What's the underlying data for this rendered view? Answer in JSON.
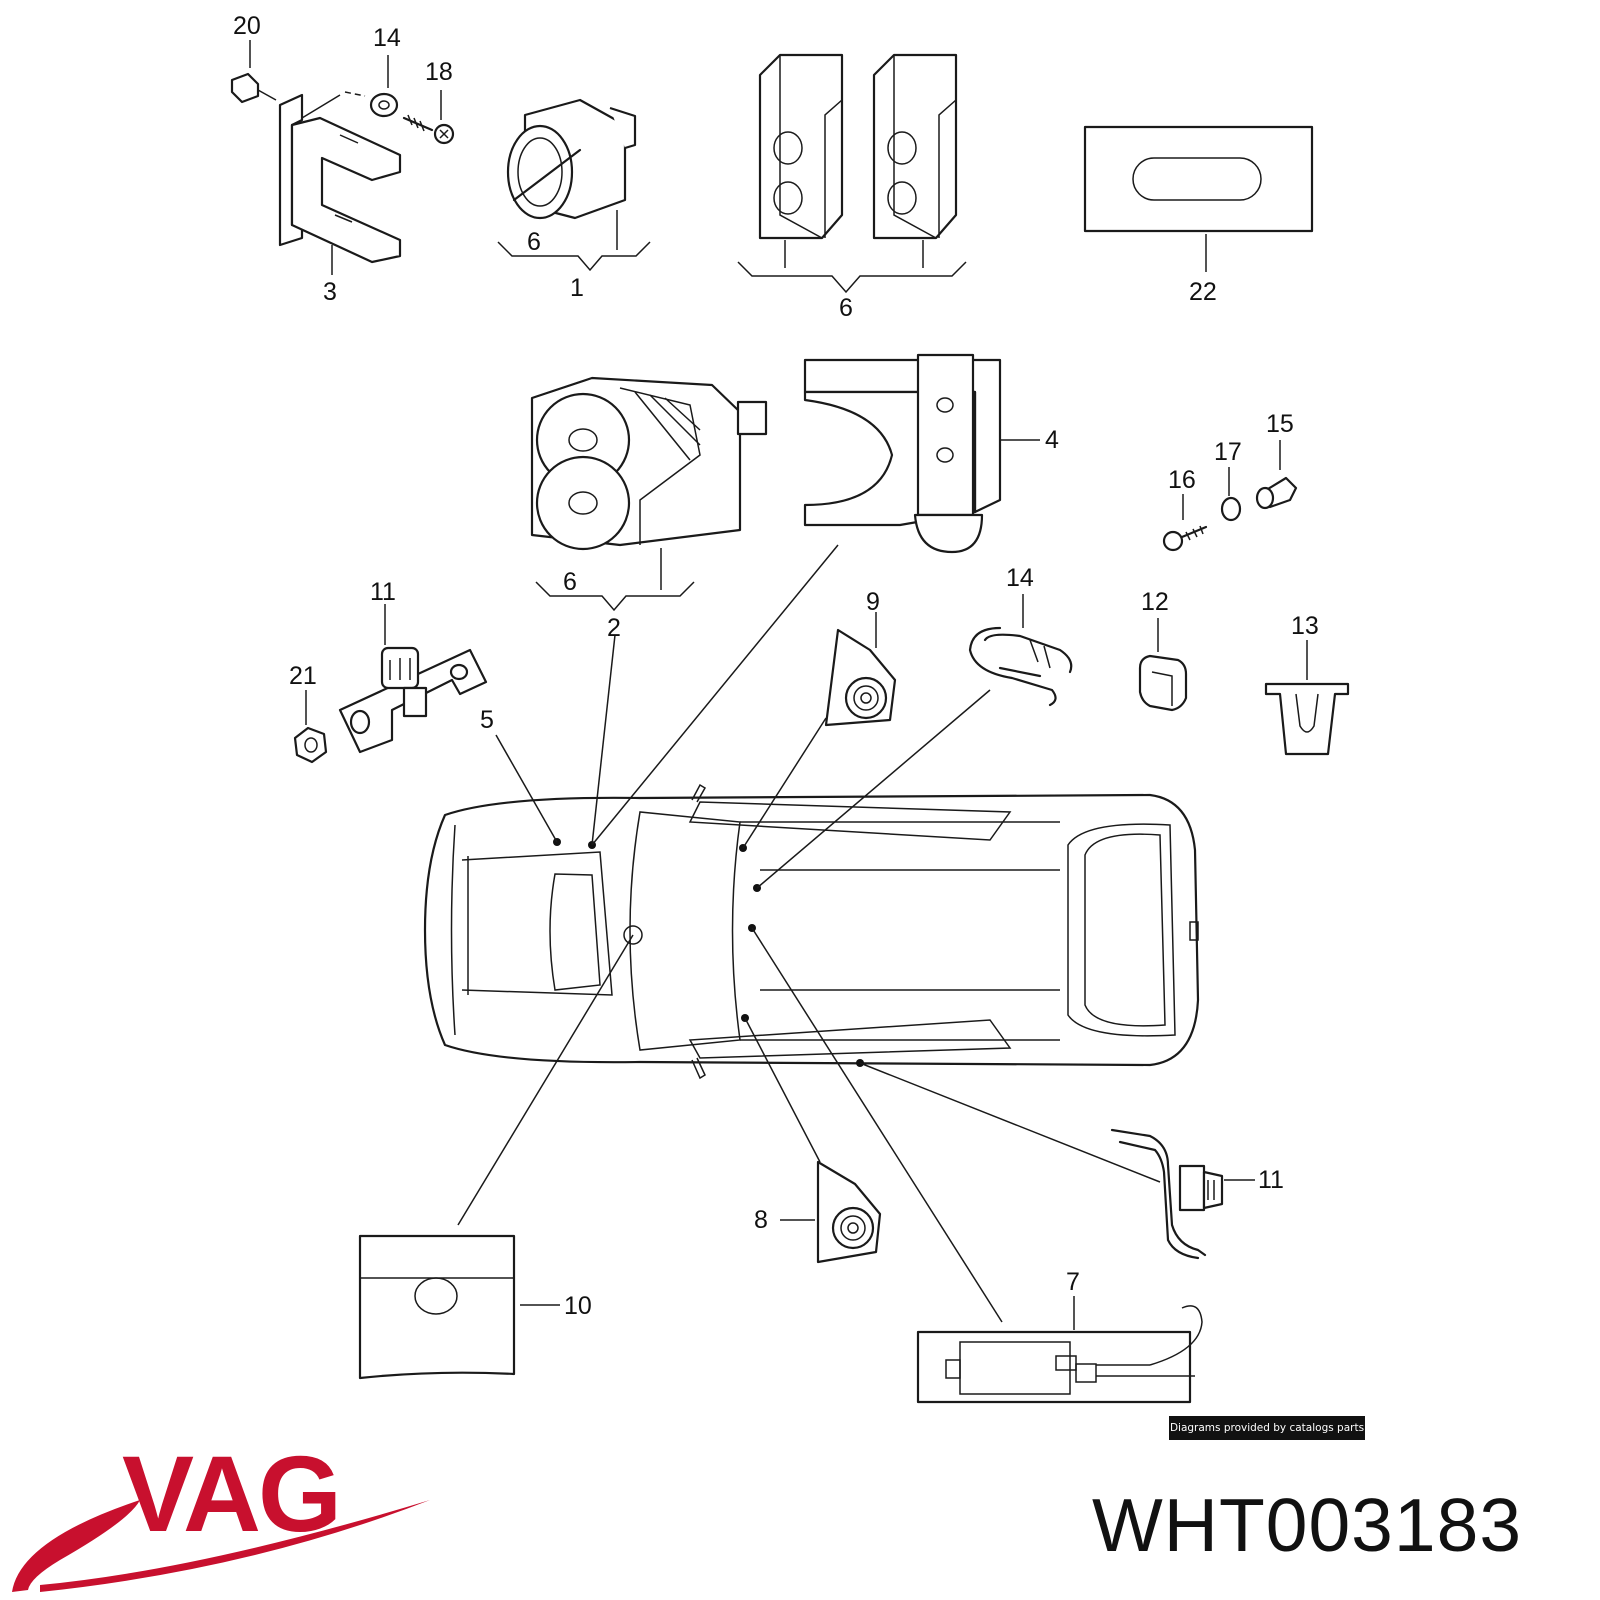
{
  "callouts": {
    "c20": "20",
    "c14a": "14",
    "c18": "18",
    "c3": "3",
    "c6a": "6",
    "c1": "1",
    "c6b": "6",
    "c22": "22",
    "c4": "4",
    "c15": "15",
    "c17": "17",
    "c16": "16",
    "c6c": "6",
    "c2": "2",
    "c11a": "11",
    "c9": "9",
    "c14b": "14",
    "c12": "12",
    "c13": "13",
    "c21": "21",
    "c5": "5",
    "c11b": "11",
    "c8": "8",
    "c10": "10",
    "c7": "7"
  },
  "credit_text": "Diagrams provided by catalogs parts",
  "brand": {
    "name": "VAG",
    "color": "#c8102e"
  },
  "part_number": "WHT003183"
}
